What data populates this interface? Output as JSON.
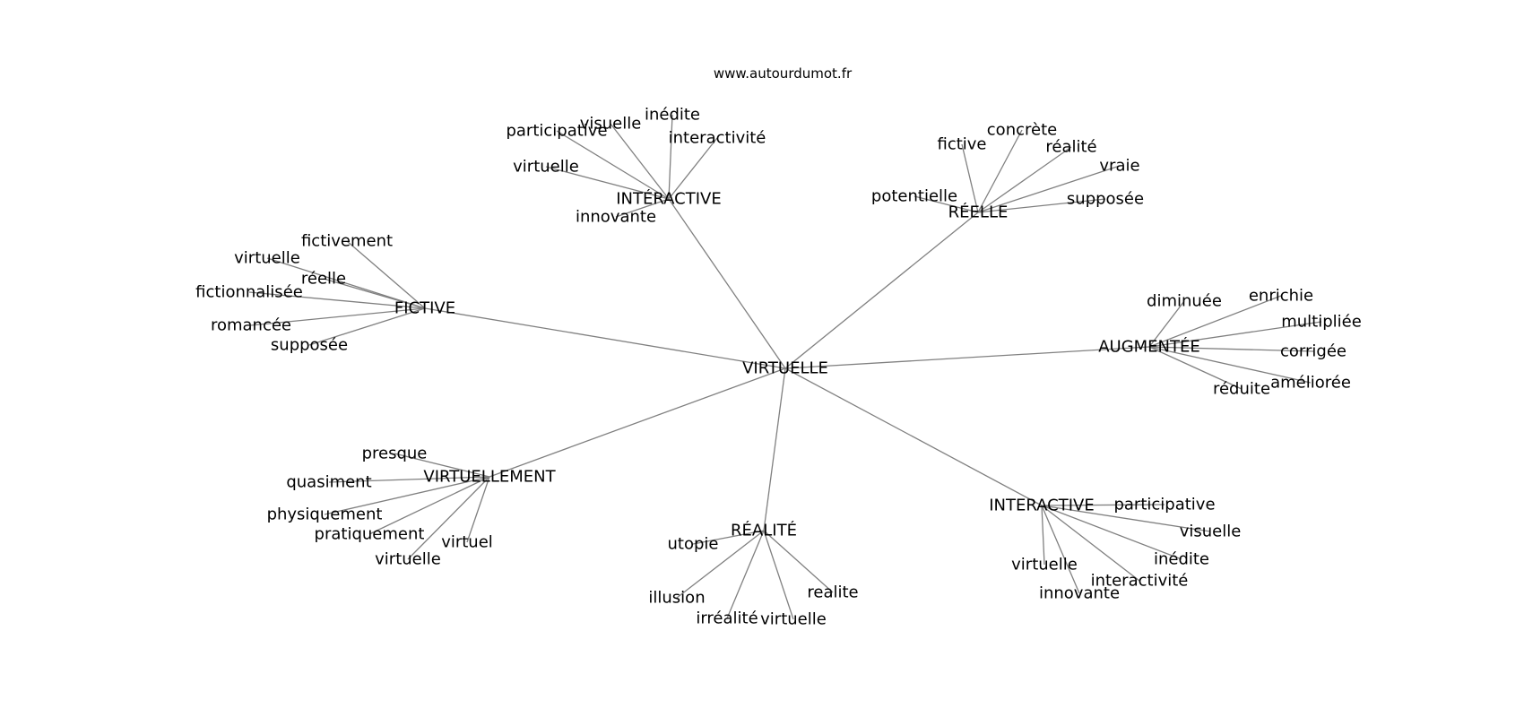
{
  "source": "www.autourdumot.fr",
  "center": "VIRTUELLE",
  "clusters": [
    {
      "id": "interactive-top",
      "label": "INTÉRACTIVE",
      "words": [
        "visuelle",
        "inédite",
        "participative",
        "interactivité",
        "virtuelle",
        "innovante"
      ]
    },
    {
      "id": "reelle",
      "label": "RÉELLE",
      "words": [
        "fictive",
        "concrète",
        "réalité",
        "vraie",
        "potentielle",
        "supposée"
      ]
    },
    {
      "id": "fictive",
      "label": "FICTIVE",
      "words": [
        "fictivement",
        "virtuelle",
        "réelle",
        "fictionnalisée",
        "romancée",
        "supposée"
      ]
    },
    {
      "id": "augmentee",
      "label": "AUGMENTÉE",
      "words": [
        "diminuée",
        "enrichie",
        "multipliée",
        "corrigée",
        "améliorée",
        "réduite"
      ]
    },
    {
      "id": "virtuellement",
      "label": "VIRTUELLEMENT",
      "words": [
        "presque",
        "quasiment",
        "physiquement",
        "pratiquement",
        "virtuel",
        "virtuelle"
      ]
    },
    {
      "id": "realite",
      "label": "RÉALITÉ",
      "words": [
        "utopie",
        "illusion",
        "irréalité",
        "virtuelle",
        "realite"
      ]
    },
    {
      "id": "interactive-bottom",
      "label": "INTERACTIVE",
      "words": [
        "participative",
        "visuelle",
        "inédite",
        "interactivité",
        "virtuelle",
        "innovante"
      ]
    }
  ]
}
